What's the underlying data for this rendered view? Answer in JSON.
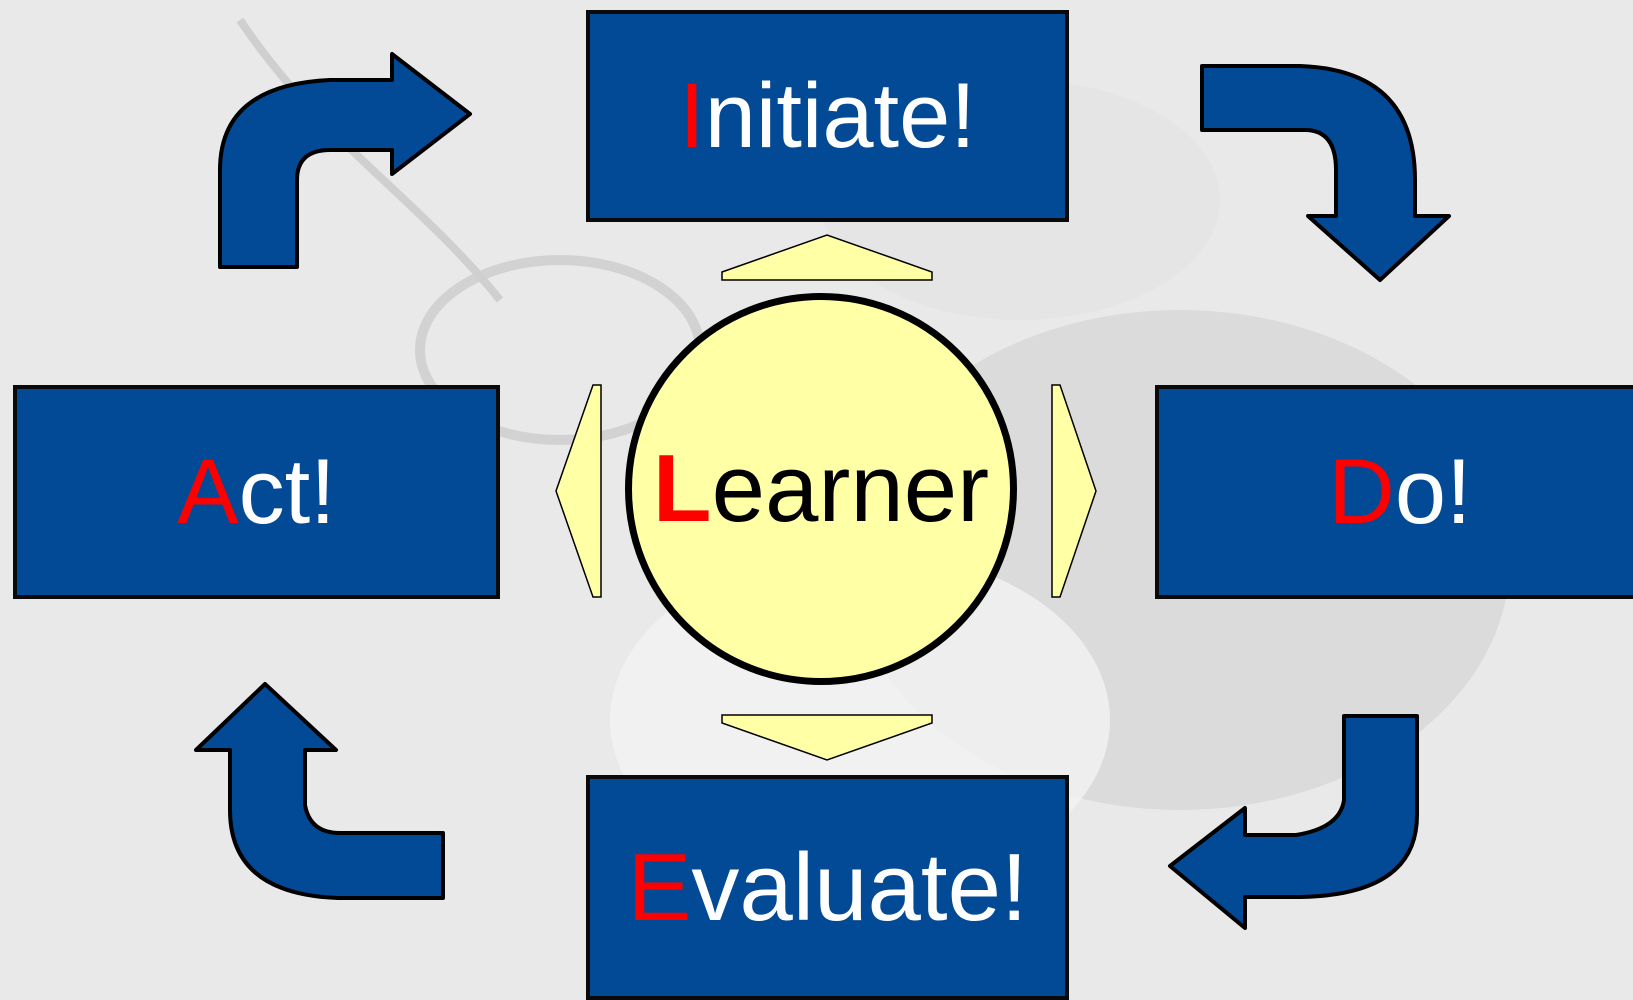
{
  "colors": {
    "box_fill": "#034a96",
    "letter_accent": "#ff0000",
    "center_fill": "#ffffa6",
    "background": "#e9e9e9"
  },
  "center": {
    "cap": "L",
    "rest": "earner"
  },
  "steps": {
    "initiate": {
      "cap": "I",
      "rest": "nitiate!"
    },
    "do": {
      "cap": "D",
      "rest": "o!"
    },
    "evaluate": {
      "cap": "E",
      "rest": "valuate!"
    },
    "act": {
      "cap": "A",
      "rest": "ct!"
    }
  },
  "icons": [
    "curved-arrow-icon",
    "triangle-pointer-icon"
  ]
}
